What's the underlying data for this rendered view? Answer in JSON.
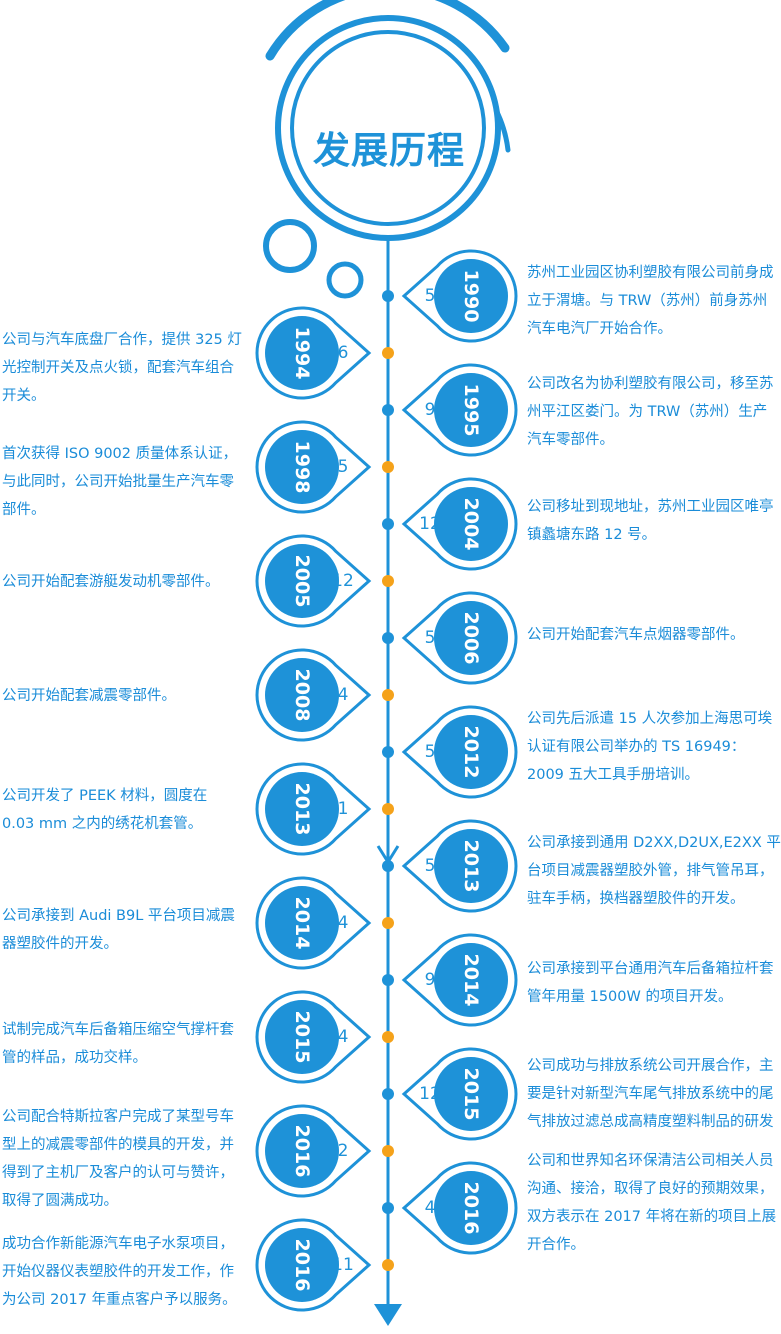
{
  "title": "发展历程",
  "colors": {
    "accent": "#1e92d8",
    "dot_orange": "#f5a21a",
    "dot_blue": "#1e92d8",
    "text": "#1a8cd8"
  },
  "entries": [
    {
      "side": "right",
      "year": "1990",
      "month": "5",
      "text": "苏州工业园区协利塑胶有限公司前身成立于渭塘。与 TRW（苏州）前身苏州汽车电汽厂开始合作。"
    },
    {
      "side": "left",
      "year": "1994",
      "month": "6",
      "text": "公司与汽车底盘厂合作，提供 325 灯光控制开关及点火锁，配套汽车组合开关。"
    },
    {
      "side": "right",
      "year": "1995",
      "month": "9",
      "text": "公司改名为协利塑胶有限公司，移至苏州平江区娄门。为 TRW（苏州）生产汽车零部件。"
    },
    {
      "side": "left",
      "year": "1998",
      "month": "5",
      "text": "首次获得 ISO 9002 质量体系认证，与此同时，公司开始批量生产汽车零部件。"
    },
    {
      "side": "right",
      "year": "2004",
      "month": "12",
      "text": "公司移址到现地址，苏州工业园区唯亭镇蠡塘东路 12 号。"
    },
    {
      "side": "left",
      "year": "2005",
      "month": "12",
      "text": "公司开始配套游艇发动机零部件。"
    },
    {
      "side": "right",
      "year": "2006",
      "month": "5",
      "text": "公司开始配套汽车点烟器零部件。"
    },
    {
      "side": "left",
      "year": "2008",
      "month": "4",
      "text": "公司开始配套减震零部件。"
    },
    {
      "side": "right",
      "year": "2012",
      "month": "5",
      "text": "公司先后派遣 15 人次参加上海思可埃认证有限公司举办的 TS 16949：2009 五大工具手册培训。"
    },
    {
      "side": "left",
      "year": "2013",
      "month": "1",
      "text": "公司开发了 PEEK 材料，圆度在 0.03 mm 之内的绣花机套管。"
    },
    {
      "side": "right",
      "year": "2013",
      "month": "5",
      "text": "公司承接到通用 D2XX,D2UX,E2XX 平台项目减震器塑胶外管，排气管吊耳，驻车手柄，换档器塑胶件的开发。"
    },
    {
      "side": "left",
      "year": "2014",
      "month": "4",
      "text": "公司承接到 Audi B9L 平台项目减震器塑胶件的开发。"
    },
    {
      "side": "right",
      "year": "2014",
      "month": "9",
      "text": "公司承接到平台通用汽车后备箱拉杆套管年用量 1500W 的项目开发。"
    },
    {
      "side": "left",
      "year": "2015",
      "month": "4",
      "text": "试制完成汽车后备箱压缩空气撑杆套管的样品，成功交样。"
    },
    {
      "side": "right",
      "year": "2015",
      "month": "12",
      "text": "公司成功与排放系统公司开展合作，主要是针对新型汽车尾气排放系统中的尾气排放过滤总成高精度塑料制品的研发"
    },
    {
      "side": "left",
      "year": "2016",
      "month": "2",
      "text": "公司配合特斯拉客户完成了某型号车型上的减震零部件的模具的开发，并得到了主机厂及客户的认可与赞许，取得了圆满成功。"
    },
    {
      "side": "right",
      "year": "2016",
      "month": "4",
      "text": "公司和世界知名环保清洁公司相关人员沟通、接洽，取得了良好的预期效果，双方表示在 2017 年将在新的项目上展开合作。"
    },
    {
      "side": "left",
      "year": "2016",
      "month": "11",
      "text": "成功合作新能源汽车电子水泵项目，开始仪器仪表塑胶件的开发工作，作为公司 2017 年重点客户予以服务。"
    }
  ]
}
